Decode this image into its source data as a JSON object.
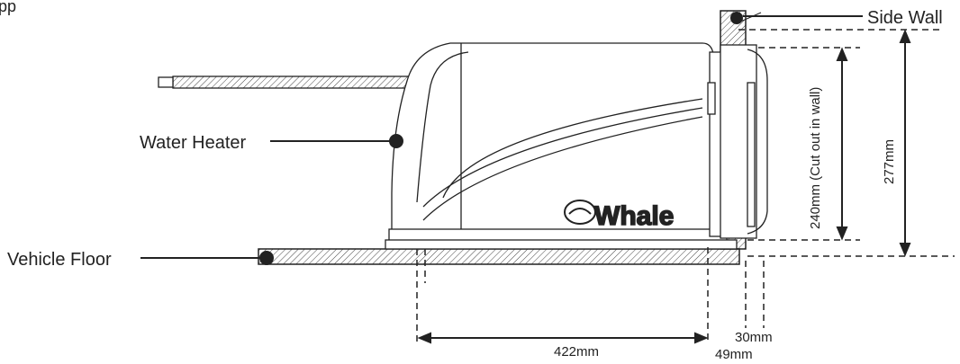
{
  "labels": {
    "side_wall": "Side Wall",
    "water_heater": "Water Heater",
    "vehicle_floor": "Vehicle Floor",
    "brand": "Whale",
    "dim_422": "422mm",
    "dim_30": "30mm",
    "dim_49": "49mm",
    "dim_240": "240mm (Cut out in wall)",
    "dim_277": "277mm"
  },
  "colors": {
    "line": "#222222",
    "background": "#ffffff"
  }
}
